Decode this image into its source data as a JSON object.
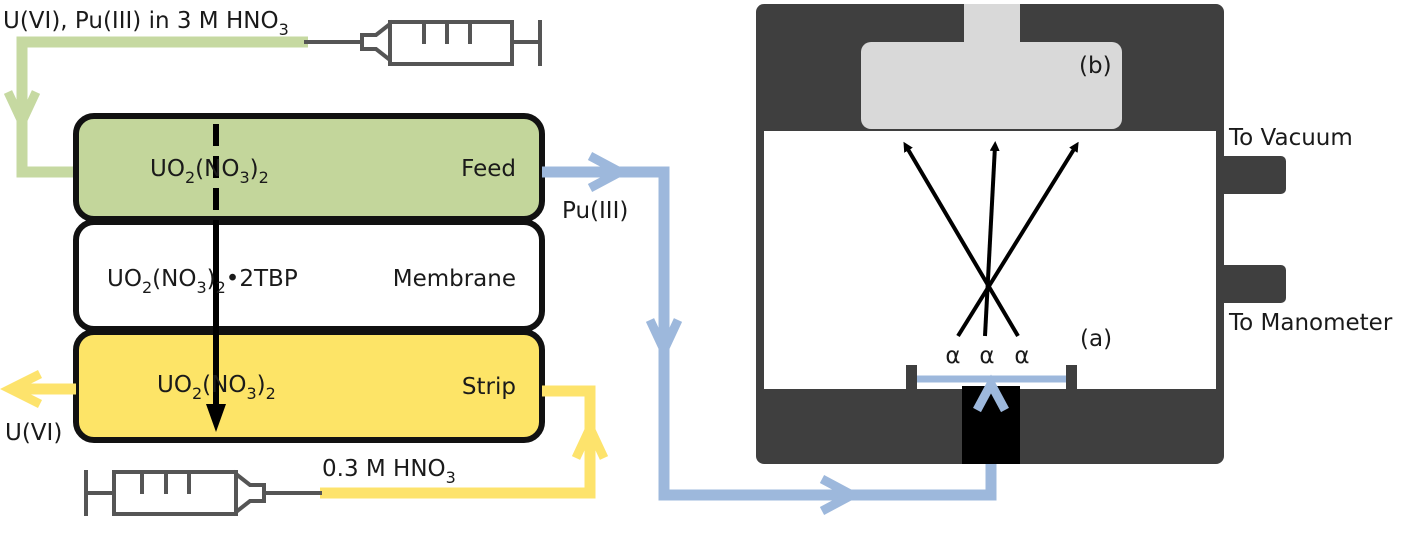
{
  "feed_solution": {
    "part1": "U(VI), Pu(III) in 3 M HNO",
    "sub": "3"
  },
  "strip_solution": {
    "part1": "0.3 M HNO",
    "sub": "3"
  },
  "layers": {
    "feed": {
      "label": "Feed",
      "species": [
        "UO",
        "2",
        "(NO",
        "3",
        ")",
        "2"
      ]
    },
    "membrane": {
      "label": "Membrane",
      "species": [
        "UO",
        "2",
        "(NO",
        "3",
        ")",
        "2",
        "•2TBP"
      ]
    },
    "strip": {
      "label": "Strip",
      "species": [
        "UO",
        "2",
        "(NO",
        "3",
        ")",
        "2"
      ]
    }
  },
  "outputs": {
    "uvi": "U(VI)",
    "pu": "Pu(III)"
  },
  "chamber": {
    "detector_label": "(b)",
    "source_label": "(a)",
    "alpha_symbol": "α",
    "vacuum_label": "To Vacuum",
    "manometer_label": "To Manometer"
  },
  "colors": {
    "feed_stream": "#c6d9a1",
    "strip_stream": "#fde36c",
    "pu_stream": "#9db8dc",
    "feed_layer": "#c3d69b",
    "strip_layer": "#fde467",
    "chamber": "#3f3f3f",
    "detector": "#d9d9d9"
  }
}
